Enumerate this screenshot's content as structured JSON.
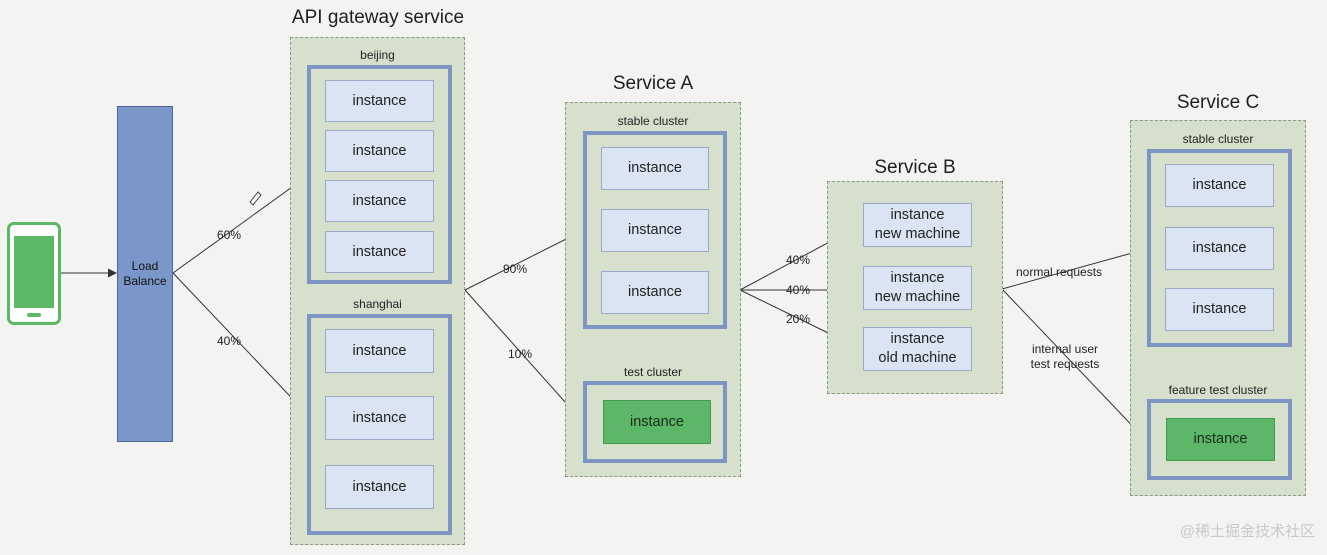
{
  "titles": {
    "gateway": "API gateway service",
    "service_a": "Service A",
    "service_b": "Service B",
    "service_c": "Service C"
  },
  "load_balancer": {
    "label": "Load Balance"
  },
  "gateway": {
    "beijing_label": "beijing",
    "shanghai_label": "shanghai",
    "beijing_instances": [
      "instance",
      "instance",
      "instance",
      "instance"
    ],
    "shanghai_instances": [
      "instance",
      "instance",
      "instance"
    ]
  },
  "service_a": {
    "stable_label": "stable cluster",
    "test_label": "test cluster",
    "stable_instances": [
      "instance",
      "instance",
      "instance"
    ],
    "test_instances": [
      "instance"
    ]
  },
  "service_b": {
    "instances": [
      {
        "line1": "instance",
        "line2": "new machine"
      },
      {
        "line1": "instance",
        "line2": "new machine"
      },
      {
        "line1": "instance",
        "line2": "old machine"
      }
    ]
  },
  "service_c": {
    "stable_label": "stable cluster",
    "feature_label": "feature test cluster",
    "stable_instances": [
      "instance",
      "instance",
      "instance"
    ],
    "feature_instances": [
      "instance"
    ]
  },
  "edges": {
    "lb_to_beijing": "60%",
    "lb_to_shanghai": "40%",
    "gw_to_a_stable": "90%",
    "gw_to_a_test": "10%",
    "a_to_b1": "40%",
    "a_to_b2": "40%",
    "a_to_b3": "20%",
    "b_to_c_stable": "normal requests",
    "b_to_c_feature": "internal user test requests"
  },
  "watermark": "@稀土掘金技术社区",
  "colors": {
    "service_bg": "#d6e0cc",
    "cluster_border": "#7e95c3",
    "instance_bg": "#dbe4f2",
    "test_instance": "#5cb868",
    "load_balancer": "#7b97c9",
    "phone": "#5bb865"
  }
}
